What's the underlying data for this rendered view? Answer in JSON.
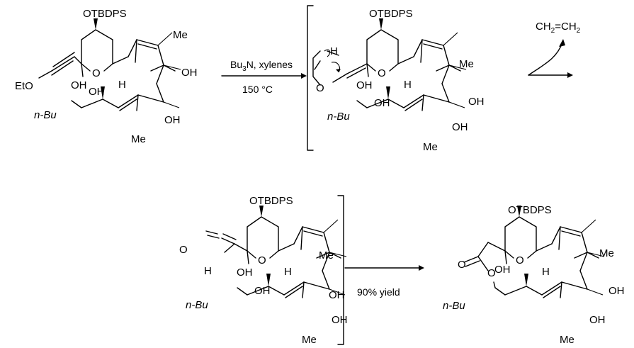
{
  "step1": {
    "reagent_main": "Bu",
    "reagent_sub": "3",
    "reagent_rest": "N, xylenes",
    "temp": "150 °C"
  },
  "byproduct": {
    "left": "CH",
    "sub1": "2",
    "mid": "=CH",
    "sub2": "2"
  },
  "step2": {
    "yield": "90% yield"
  },
  "labels": {
    "otbdps": "OTBDPS",
    "oh": "OH",
    "o": "O",
    "h": "H",
    "me": "Me",
    "nbu": "n-Bu",
    "eto": "EtO"
  }
}
